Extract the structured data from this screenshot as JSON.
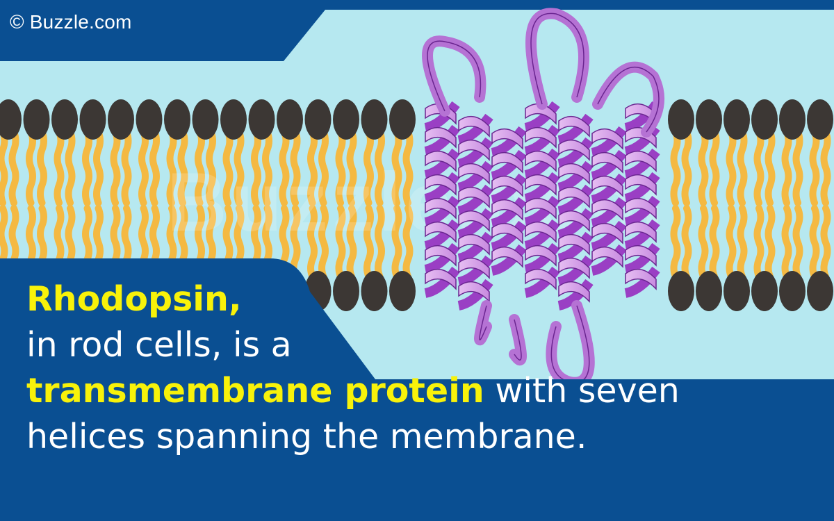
{
  "credit": "© Buzzle.com",
  "watermark": "Buzzle.com",
  "caption": {
    "line1": "Rhodopsin,",
    "line2": "in rod cells, is a",
    "line3_highlight": "transmembrane protein",
    "line3_rest": " with seven",
    "line4": "helices spanning the membrane."
  },
  "colors": {
    "background_blue": "#0a4f92",
    "water": "#b6e8f0",
    "lipid_head": "#3c3734",
    "lipid_tail": "#f4b942",
    "helix_light": "#d5a0e6",
    "helix_dark": "#9a3fc4",
    "helix_outline": "#6a2590",
    "highlight_text": "#f8f20a",
    "text": "#ffffff"
  },
  "diagram": {
    "membrane_heads_per_row": 15,
    "helix_count": 7,
    "icon": "lipid-bilayer-icon"
  }
}
